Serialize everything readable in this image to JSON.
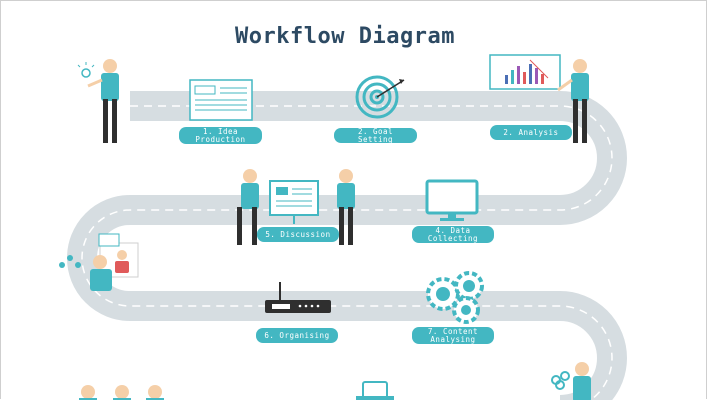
{
  "title": "Workflow Diagram",
  "steps": [
    {
      "label": "1. Idea\nProduction"
    },
    {
      "label": "2. Goal Setting"
    },
    {
      "label": "2. Analysis"
    },
    {
      "label": "4. Data\nCollecting"
    },
    {
      "label": "5. Discussion"
    },
    {
      "label": "6. Organising"
    },
    {
      "label": "7. Content\nAnalysing"
    }
  ],
  "colors": {
    "road": "#d6dde1",
    "dash": "#ffffff",
    "accent": "#43b7c2",
    "skin": "#f5cfa8",
    "suit": "#2f2f2f",
    "title": "#2d4a63"
  }
}
